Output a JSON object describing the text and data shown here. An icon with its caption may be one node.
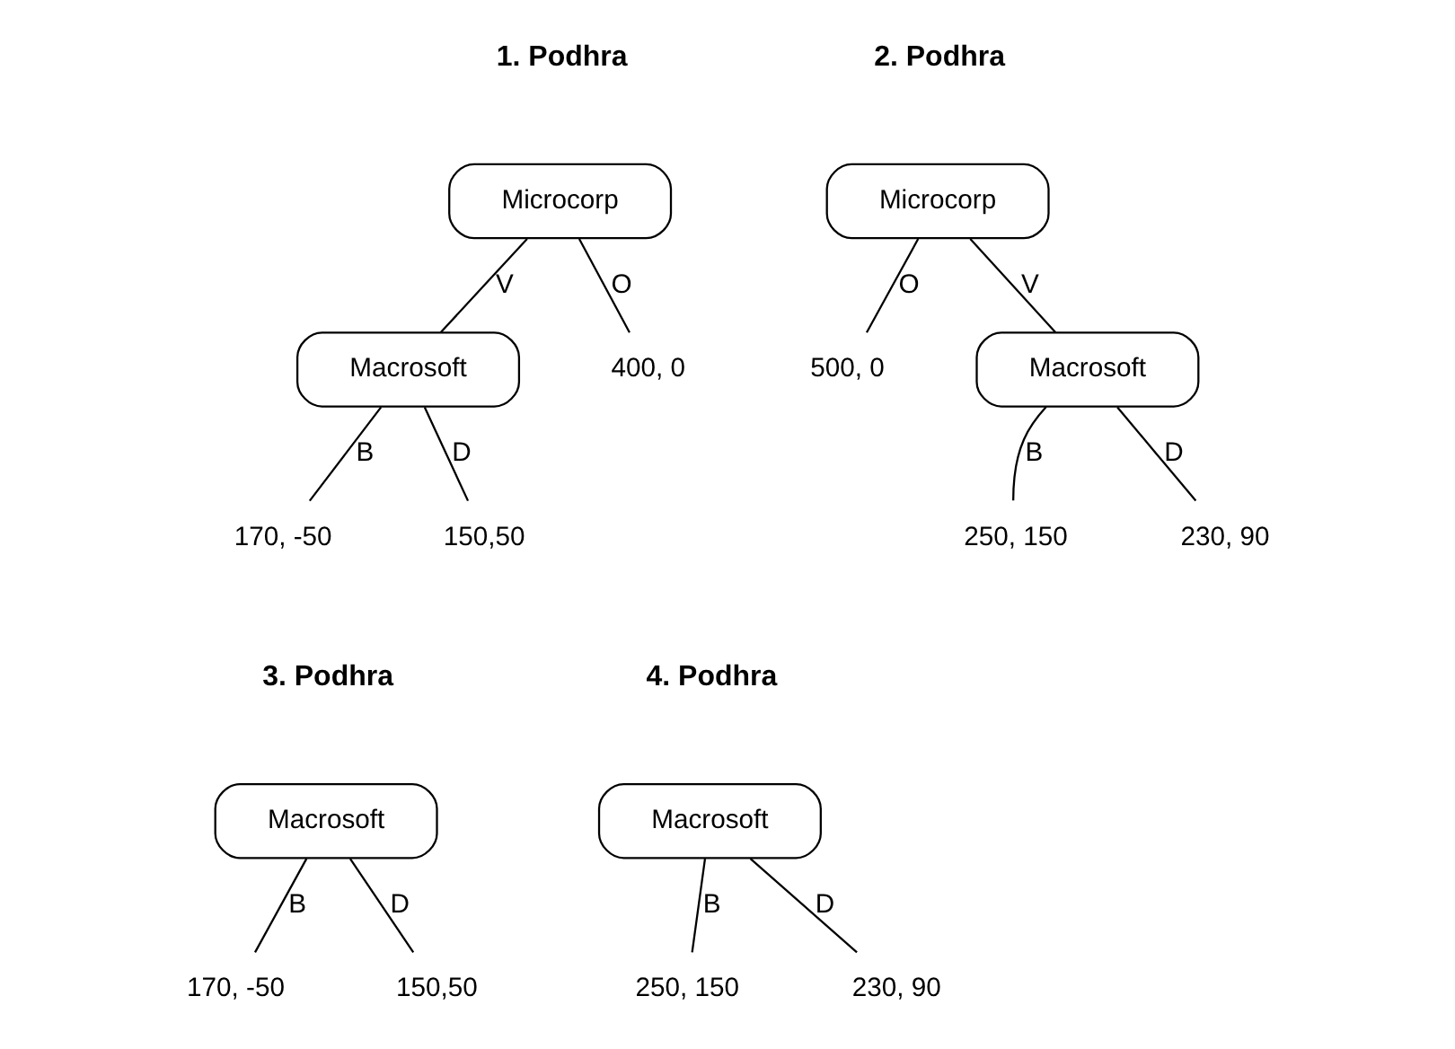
{
  "diagram": {
    "nodes": [
      {
        "text": [
          "Microcorp"
        ]
      },
      {
        "text": [
          "Macrosoft"
        ]
      },
      {
        "text": [
          "400, 0"
        ]
      },
      {
        "text": [
          "170, -50"
        ]
      },
      {
        "text": [
          "150,50"
        ]
      },
      {
        "text": [
          "Microcorp"
        ]
      },
      {
        "text": [
          "500, 0"
        ]
      },
      {
        "text": [
          "Macrosoft"
        ]
      },
      {
        "text": [
          "250, 150"
        ]
      },
      {
        "text": [
          "230, 90"
        ]
      },
      {
        "text": [
          "Macrosoft"
        ]
      },
      {
        "text": [
          "170, -50"
        ]
      },
      {
        "text": [
          "150,50"
        ]
      },
      {
        "text": [
          "Macrosoft"
        ]
      },
      {
        "text": [
          "250, 150"
        ]
      },
      {
        "text": [
          "230, 90"
        ]
      }
    ],
    "edges": [
      {
        "from": 0,
        "to": 1,
        "arrow": "none",
        "label": "V"
      },
      {
        "from": 0,
        "to": 2,
        "arrow": "none",
        "label": "O"
      },
      {
        "from": 1,
        "to": 3,
        "arrow": "none",
        "label": "B"
      },
      {
        "from": 1,
        "to": 4,
        "arrow": "none",
        "label": "D"
      },
      {
        "from": 5,
        "to": 6,
        "arrow": "none",
        "label": "O"
      },
      {
        "from": 5,
        "to": 7,
        "arrow": "none",
        "label": "V"
      },
      {
        "from": 7,
        "to": 8,
        "arrow": "none",
        "label": "B"
      },
      {
        "from": 7,
        "to": 9,
        "arrow": "none",
        "label": "D"
      },
      {
        "from": 10,
        "to": 11,
        "arrow": "none",
        "label": "B"
      },
      {
        "from": 10,
        "to": 12,
        "arrow": "none",
        "label": "D"
      },
      {
        "from": 13,
        "to": 14,
        "arrow": "none",
        "label": "B"
      },
      {
        "from": 13,
        "to": 15,
        "arrow": "none",
        "label": "D"
      }
    ],
    "labels": [
      "1. Podhra",
      "2. Podhra",
      "3. Podhra",
      "4. Podhra"
    ]
  }
}
